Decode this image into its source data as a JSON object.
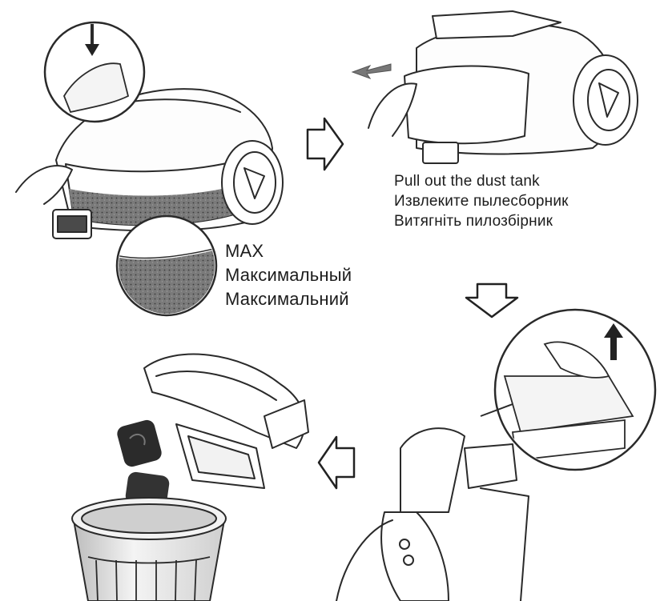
{
  "captions": {
    "pull_out": [
      "Pull out the dust tank",
      "Извлеките пылесборник",
      "Витягніть пилозбірник"
    ],
    "max_level": [
      "MAX",
      "Максимальный",
      "Максимальний"
    ]
  },
  "step_arrows": [
    {
      "name": "step-arrow-right",
      "direction": "right"
    },
    {
      "name": "step-arrow-down",
      "direction": "down"
    },
    {
      "name": "step-arrow-left",
      "direction": "left"
    }
  ],
  "colors": {
    "line": "#2a2a2a",
    "dust": "#6e6e6e",
    "bin": "#d9d9d9",
    "arrow_fill": "#222222"
  }
}
